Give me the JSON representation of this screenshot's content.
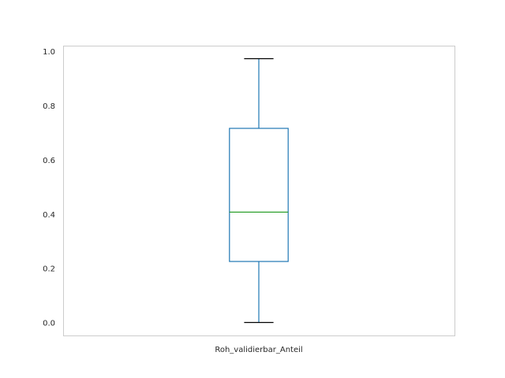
{
  "chart_data": {
    "type": "box",
    "categories": [
      "Roh_validierbar_Anteil"
    ],
    "boxes": [
      {
        "name": "Roh_validierbar_Anteil",
        "whisker_low": 0.0,
        "q1": 0.225,
        "median": 0.407,
        "q3": 0.716,
        "whisker_high": 0.973
      }
    ],
    "ylim": [
      -0.048,
      1.021
    ],
    "yticks": [
      0.0,
      0.2,
      0.4,
      0.6,
      0.8,
      1.0
    ],
    "ytick_labels": [
      "0.0",
      "0.2",
      "0.4",
      "0.6",
      "0.8",
      "1.0"
    ],
    "title": "",
    "xlabel": "",
    "ylabel": "",
    "grid": false,
    "colors": {
      "box": "#1f77b4",
      "median": "#2ca02c",
      "whisker": "#1f77b4",
      "cap": "#000000",
      "frame": "#cccccc",
      "text": "#262626"
    }
  }
}
